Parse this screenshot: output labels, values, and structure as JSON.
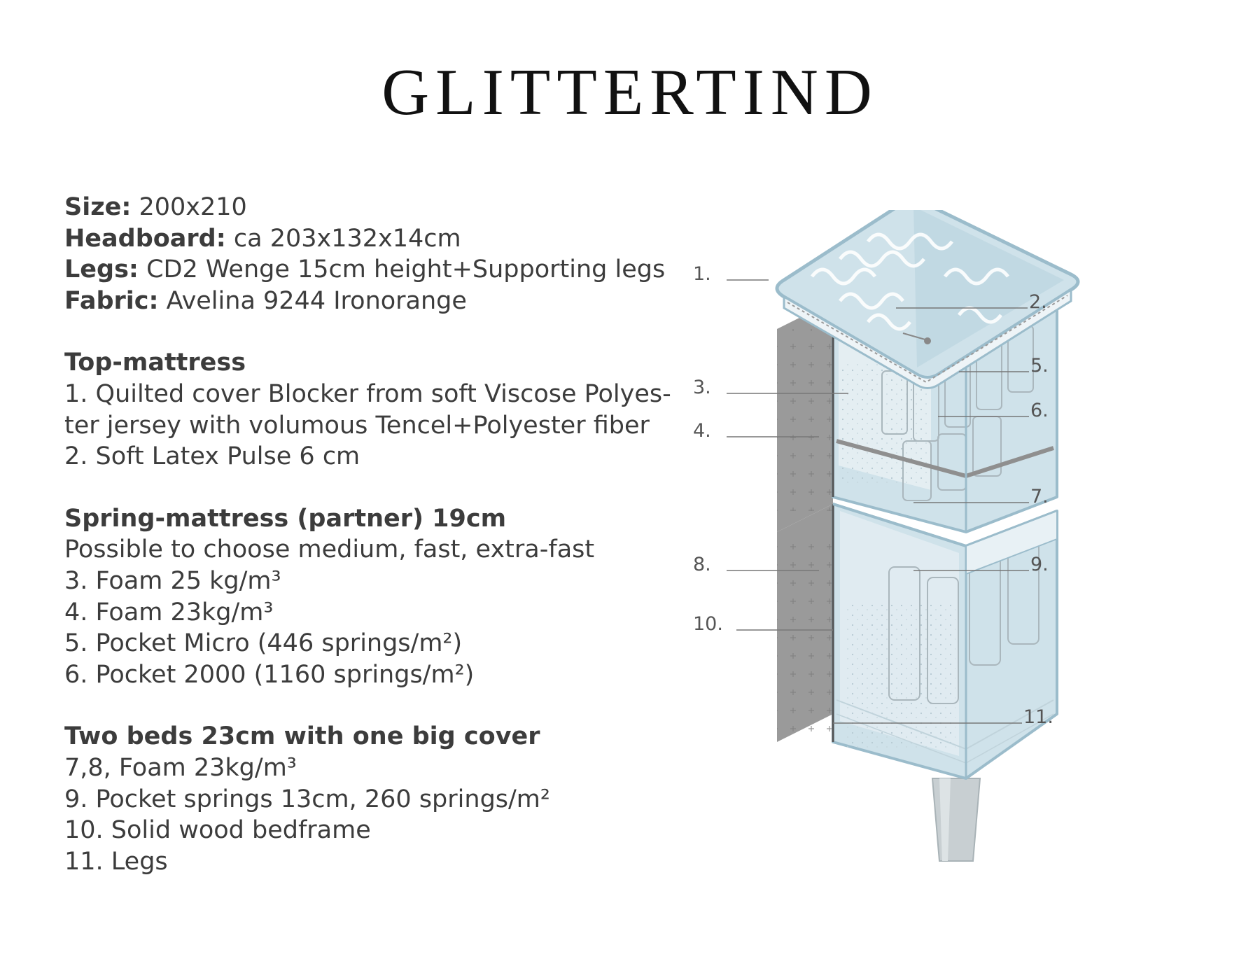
{
  "title": "GLITTERTIND",
  "specs": {
    "size": {
      "label": "Size:",
      "value": "200x210"
    },
    "headboard": {
      "label": "Headboard:",
      "value": "ca 203x132x14cm"
    },
    "legs": {
      "label": "Legs:",
      "value": "CD2 Wenge 15cm height+Supporting legs"
    },
    "fabric": {
      "label": "Fabric:",
      "value": "Avelina 9244 Ironorange"
    }
  },
  "top_mattress": {
    "heading": "Top-mattress",
    "lines": [
      "1. Quilted cover Blocker from soft Viscose Polyes-",
      "ter jersey with volumous Tencel+Polyester fiber",
      "2. Soft Latex Pulse 6 cm"
    ]
  },
  "spring_mattress": {
    "heading": "Spring-mattress (partner) 19cm",
    "lines": [
      "Possible to choose medium, fast, extra-fast",
      "3. Foam 25 kg/m³",
      "4. Foam 23kg/m³",
      "5. Pocket Micro (446 springs/m²)",
      "6. Pocket 2000 (1160 springs/m²)"
    ]
  },
  "beds": {
    "heading": "Two beds 23cm with one big cover",
    "lines": [
      "7,8, Foam 23kg/m³",
      "9. Pocket springs 13cm, 260 springs/m²",
      "10. Solid wood bedframe",
      "11. Legs"
    ]
  },
  "callouts": [
    "1.",
    "2.",
    "3.",
    "4.",
    "5.",
    "6.",
    "7.",
    "8.",
    "9.",
    "10.",
    "11."
  ],
  "colors": {
    "light_blue": "#cfe2ea",
    "mid_blue": "#aac9d6",
    "outline_blue": "#9bbccb",
    "grey_side": "#9a9a9a",
    "text_dark": "#3c3c3c"
  }
}
